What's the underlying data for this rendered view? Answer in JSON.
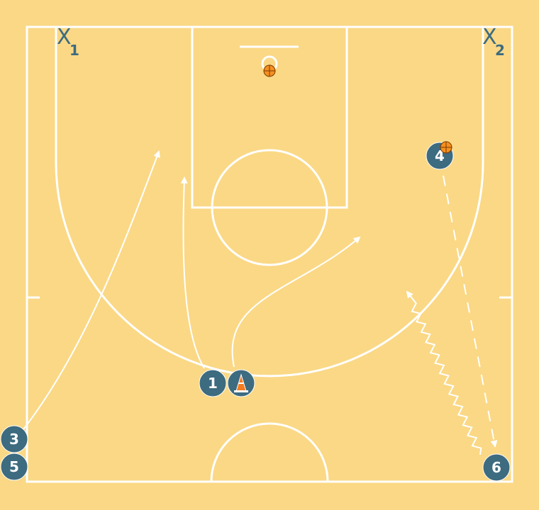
{
  "diagram": {
    "players": [
      {
        "id": "p1",
        "label": "1"
      },
      {
        "id": "p3",
        "label": "3"
      },
      {
        "id": "p4",
        "label": "4"
      },
      {
        "id": "p5",
        "label": "5"
      },
      {
        "id": "p6",
        "label": "6"
      }
    ],
    "defenders": [
      {
        "id": "x1",
        "letter": "X",
        "sub": "1"
      },
      {
        "id": "x2",
        "letter": "X",
        "sub": "2"
      }
    ],
    "colors": {
      "court": "#fad885",
      "lines": "#ffffff",
      "player": "#3d6b80",
      "ball": "#f5901e",
      "cone": "#f47b20"
    }
  }
}
